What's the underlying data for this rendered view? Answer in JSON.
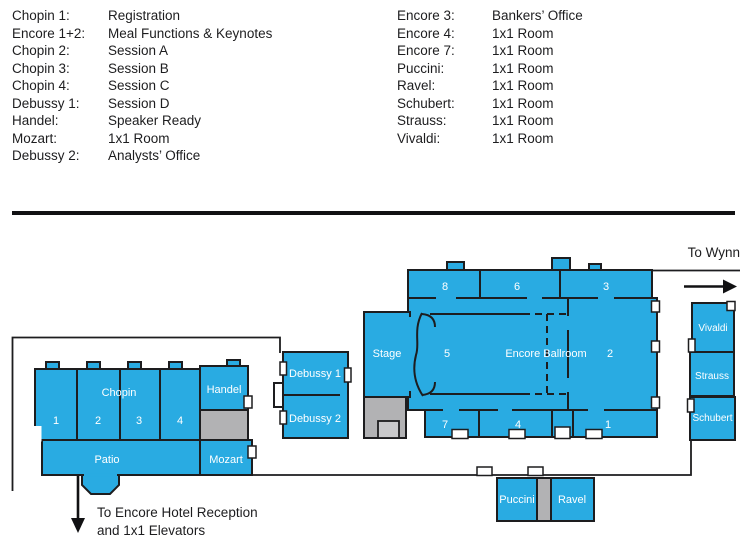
{
  "legend": {
    "left": [
      {
        "room": "Chopin 1:",
        "function": "Registration"
      },
      {
        "room": "Encore 1+2:",
        "function": "Meal Functions & Keynotes"
      },
      {
        "room": "Chopin 2:",
        "function": "Session A"
      },
      {
        "room": "Chopin 3:",
        "function": "Session B"
      },
      {
        "room": "Chopin 4:",
        "function": "Session C"
      },
      {
        "room": "Debussy 1:",
        "function": "Session D"
      },
      {
        "room": "Handel:",
        "function": "Speaker Ready"
      },
      {
        "room": "Mozart:",
        "function": "1x1 Room"
      },
      {
        "room": "Debussy 2:",
        "function": "Analysts’ Office"
      }
    ],
    "right": [
      {
        "room": "Encore 3:",
        "function": "Bankers’ Office"
      },
      {
        "room": "Encore 4:",
        "function": "1x1 Room"
      },
      {
        "room": "Encore 7:",
        "function": "1x1 Room"
      },
      {
        "room": "Puccini:",
        "function": "1x1 Room"
      },
      {
        "room": "Ravel:",
        "function": "1x1 Room"
      },
      {
        "room": "Schubert:",
        "function": "1x1 Room"
      },
      {
        "room": "Strauss:",
        "function": "1x1 Room"
      },
      {
        "room": "Vivaldi:",
        "function": "1x1 Room"
      }
    ]
  },
  "map": {
    "to_wynn": "To Wynn",
    "reception_line1": "To Encore Hotel Reception",
    "reception_line2": "and 1x1 Elevators",
    "rooms": {
      "chopin": "Chopin",
      "chopin_1": "1",
      "chopin_2": "2",
      "chopin_3": "3",
      "chopin_4": "4",
      "patio": "Patio",
      "handel": "Handel",
      "mozart": "Mozart",
      "debussy_1": "Debussy 1",
      "debussy_2": "Debussy 2",
      "stage": "Stage",
      "encore_ballroom": "Encore Ballroom",
      "encore_1": "1",
      "encore_2": "2",
      "encore_3": "3",
      "encore_4": "4",
      "encore_5": "5",
      "encore_6": "6",
      "encore_7": "7",
      "encore_8": "8",
      "puccini": "Puccini",
      "ravel": "Ravel",
      "vivaldi": "Vivaldi",
      "strauss": "Strauss",
      "schubert": "Schubert"
    }
  },
  "colors": {
    "room_blue": "#29abe2",
    "service_gray": "#b2b2b4",
    "outline_black": "#1d1d1f",
    "label_white": "#ffffff"
  }
}
